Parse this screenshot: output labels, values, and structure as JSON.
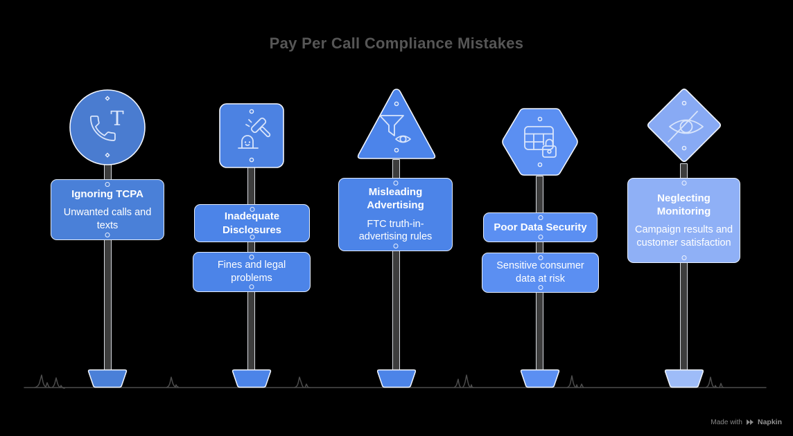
{
  "title": "Pay Per Call Compliance Mistakes",
  "footer": {
    "made_with": "Made with",
    "brand": "Napkin"
  },
  "colors": {
    "background": "#000000",
    "title_text": "#565656",
    "board_text": "#FFFFFF",
    "pole": "#3D3D3D",
    "ground": "#4D4D4D",
    "outline": "#F2F6FE",
    "icon_stroke": "#D9E5FB"
  },
  "signs": [
    {
      "shape": "circle",
      "icon": "phone-call-icon",
      "icon_letter": "T",
      "sign_color": "#4A7CD0",
      "board_color": "#4A80D8",
      "base_color": "#4A80D8",
      "title": "Ignoring TCPA",
      "description": "Unwanted calls and texts"
    },
    {
      "shape": "rounded-square",
      "icon": "gavel-penalty-icon",
      "sign_color": "#4C82E2",
      "board_color": "#4C84E8",
      "base_color": "#4C84E8",
      "title": "Inadequate Disclosures",
      "description": "Fines and legal problems"
    },
    {
      "shape": "triangle",
      "icon": "funnel-eye-icon",
      "sign_color": "#4C84EA",
      "board_color": "#4C84E8",
      "base_color": "#4C84E8",
      "title": "Misleading Advertising",
      "description": "FTC truth-in-advertising rules"
    },
    {
      "shape": "hexagon",
      "icon": "data-table-lock-icon",
      "sign_color": "#5B8FF2",
      "board_color": "#5B8FF2",
      "base_color": "#5B8FF2",
      "title": "Poor Data Security",
      "description": "Sensitive consumer data at risk"
    },
    {
      "shape": "diamond",
      "icon": "eye-off-icon",
      "sign_color": "#88AAF4",
      "board_color": "#8FB0F6",
      "base_color": "#9EBCF8",
      "title": "Neglecting Monitoring",
      "description": "Campaign results and customer satisfaction"
    }
  ]
}
